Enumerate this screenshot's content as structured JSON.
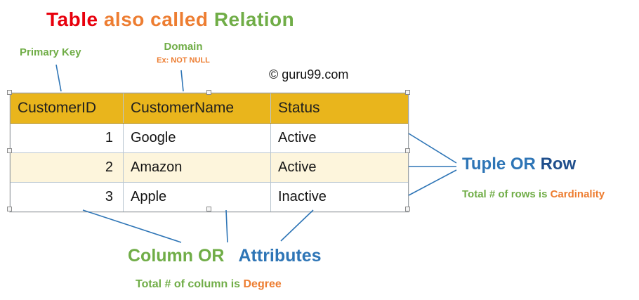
{
  "title": {
    "part1": "Table",
    "part2": "also called",
    "part3": "Relation"
  },
  "labels": {
    "primary_key": "Primary Key",
    "domain": "Domain",
    "domain_example": "Ex: NOT NULL",
    "copyright": "© guru99.com",
    "tuple_or": "Tuple OR",
    "row": "Row",
    "cardinality_prefix": "Total # of rows is",
    "cardinality": "Cardinality",
    "column_or": "Column OR",
    "attributes": "Attributes",
    "degree_prefix": "Total # of column is",
    "degree": "Degree"
  },
  "table": {
    "headers": [
      "CustomerID",
      "CustomerName",
      "Status"
    ],
    "rows": [
      {
        "id": "1",
        "name": "Google",
        "status": "Active"
      },
      {
        "id": "2",
        "name": "Amazon",
        "status": "Active"
      },
      {
        "id": "3",
        "name": "Apple",
        "status": "Inactive"
      }
    ]
  },
  "colors": {
    "title_red": "#e8000d",
    "orange": "#ed7d31",
    "green": "#70ad47",
    "blue": "#2e75b6",
    "dark_blue": "#1f4e8c",
    "header_bg": "#e9b51c",
    "alt_row_bg": "#fdf5dc"
  }
}
